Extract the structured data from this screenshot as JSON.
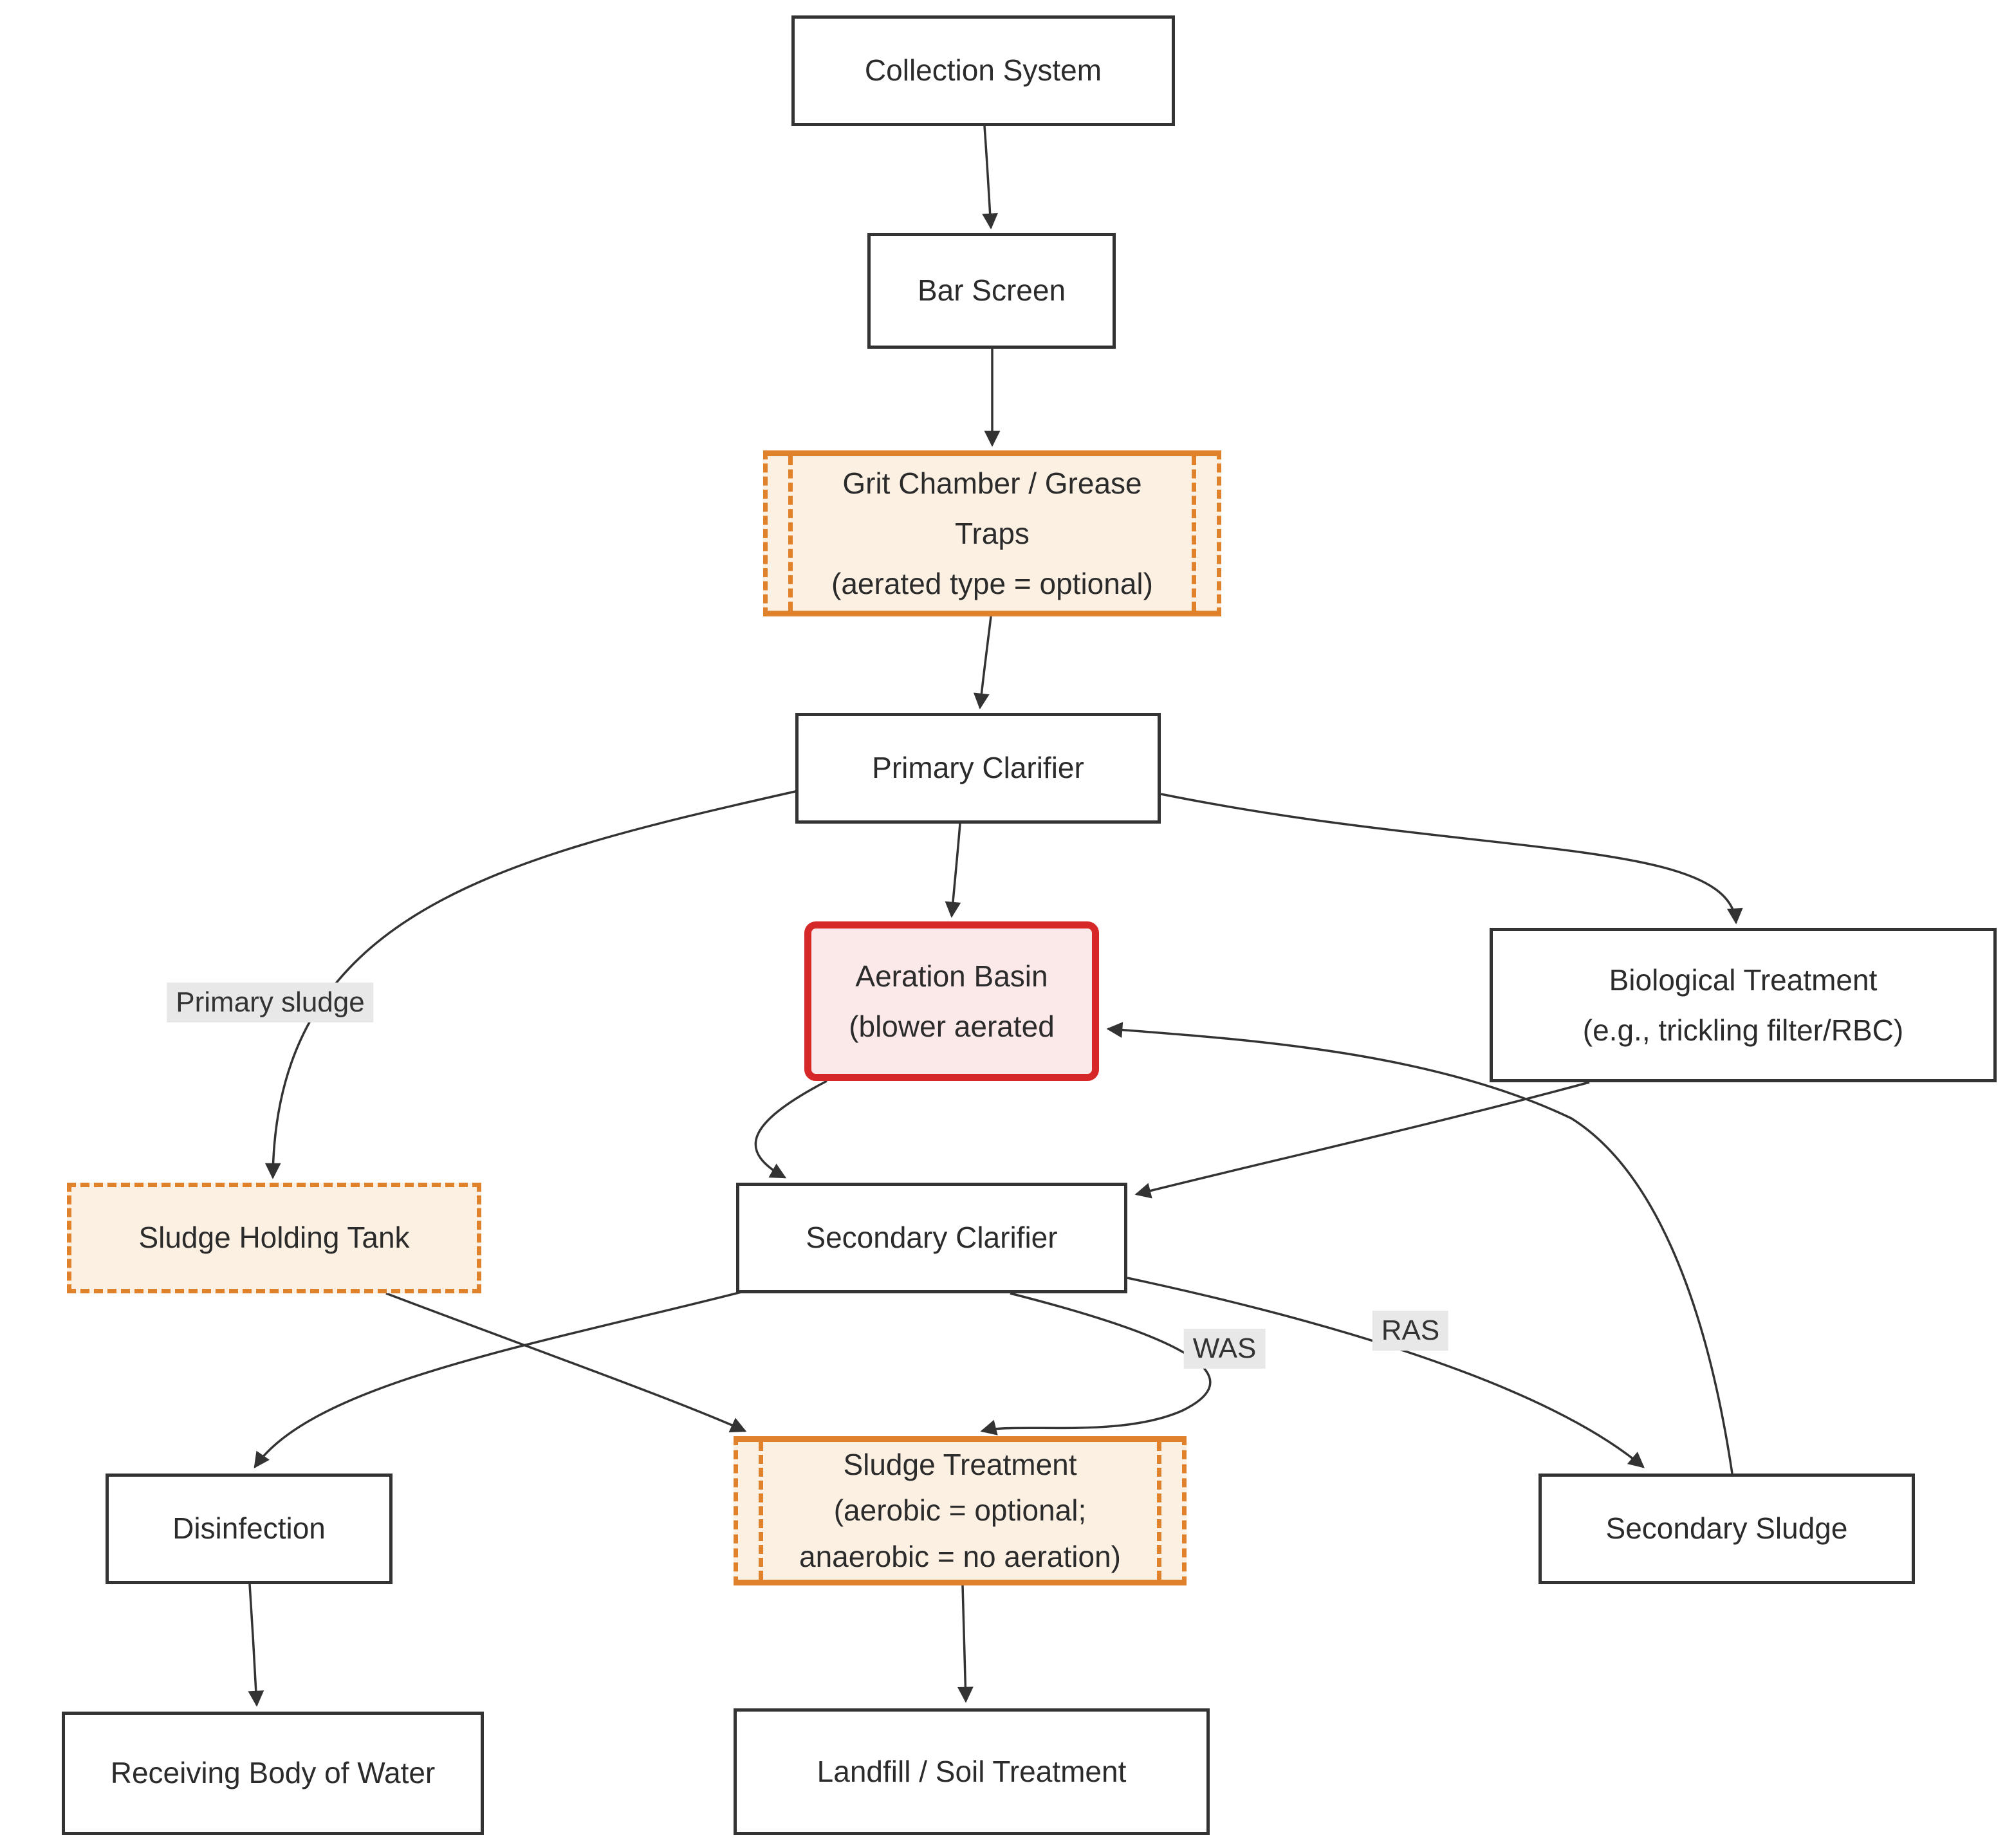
{
  "diagram": {
    "type": "flowchart",
    "direction": "top-down",
    "colors": {
      "node_border": "#333333",
      "node_fill": "#ffffff",
      "optional_border": "#E0812B",
      "optional_fill": "#FCF0E3",
      "aeration_border": "#D62828",
      "aeration_fill": "#FBE9E9",
      "edge_color": "#333333",
      "edge_label_bg": "#e8e8e8",
      "text_color": "#2b2b2b"
    },
    "nodes": [
      {
        "id": "collection-system",
        "label": "Collection System",
        "style": "process"
      },
      {
        "id": "bar-screen",
        "label": "Bar Screen",
        "style": "process"
      },
      {
        "id": "grit-chamber",
        "label": "Grit Chamber / Grease\nTraps\n(aerated type = optional)",
        "style": "subroutine-optional"
      },
      {
        "id": "primary-clarifier",
        "label": "Primary Clarifier",
        "style": "process"
      },
      {
        "id": "aeration-basin",
        "label": "Aeration Basin\n(blower aerated",
        "style": "aeration-highlight"
      },
      {
        "id": "biological-treatment",
        "label": "Biological Treatment\n(e.g., trickling filter/RBC)",
        "style": "process"
      },
      {
        "id": "sludge-holding-tank",
        "label": "Sludge Holding Tank",
        "style": "dashed-optional"
      },
      {
        "id": "secondary-clarifier",
        "label": "Secondary Clarifier",
        "style": "process"
      },
      {
        "id": "disinfection",
        "label": "Disinfection",
        "style": "process"
      },
      {
        "id": "sludge-treatment",
        "label": "Sludge Treatment\n(aerobic = optional;\nanaerobic = no aeration)",
        "style": "subroutine-optional"
      },
      {
        "id": "secondary-sludge",
        "label": "Secondary Sludge",
        "style": "process"
      },
      {
        "id": "receiving-body",
        "label": "Receiving Body of Water",
        "style": "process"
      },
      {
        "id": "landfill",
        "label": "Landfill / Soil Treatment",
        "style": "process"
      }
    ],
    "edges": [
      {
        "from": "collection-system",
        "to": "bar-screen",
        "label": ""
      },
      {
        "from": "bar-screen",
        "to": "grit-chamber",
        "label": ""
      },
      {
        "from": "grit-chamber",
        "to": "primary-clarifier",
        "label": ""
      },
      {
        "from": "primary-clarifier",
        "to": "aeration-basin",
        "label": ""
      },
      {
        "from": "primary-clarifier",
        "to": "biological-treatment",
        "label": ""
      },
      {
        "from": "primary-clarifier",
        "to": "sludge-holding-tank",
        "label": "Primary sludge"
      },
      {
        "from": "aeration-basin",
        "to": "secondary-clarifier",
        "label": ""
      },
      {
        "from": "biological-treatment",
        "to": "secondary-clarifier",
        "label": ""
      },
      {
        "from": "secondary-clarifier",
        "to": "secondary-sludge",
        "label": "RAS"
      },
      {
        "from": "secondary-sludge",
        "to": "aeration-basin",
        "label": ""
      },
      {
        "from": "secondary-clarifier",
        "to": "sludge-treatment",
        "label": "WAS"
      },
      {
        "from": "secondary-clarifier",
        "to": "disinfection",
        "label": ""
      },
      {
        "from": "sludge-holding-tank",
        "to": "sludge-treatment",
        "label": ""
      },
      {
        "from": "sludge-treatment",
        "to": "landfill",
        "label": ""
      },
      {
        "from": "disinfection",
        "to": "receiving-body",
        "label": ""
      }
    ],
    "edge_labels": {
      "primary_sludge": "Primary sludge",
      "was": "WAS",
      "ras": "RAS"
    }
  }
}
